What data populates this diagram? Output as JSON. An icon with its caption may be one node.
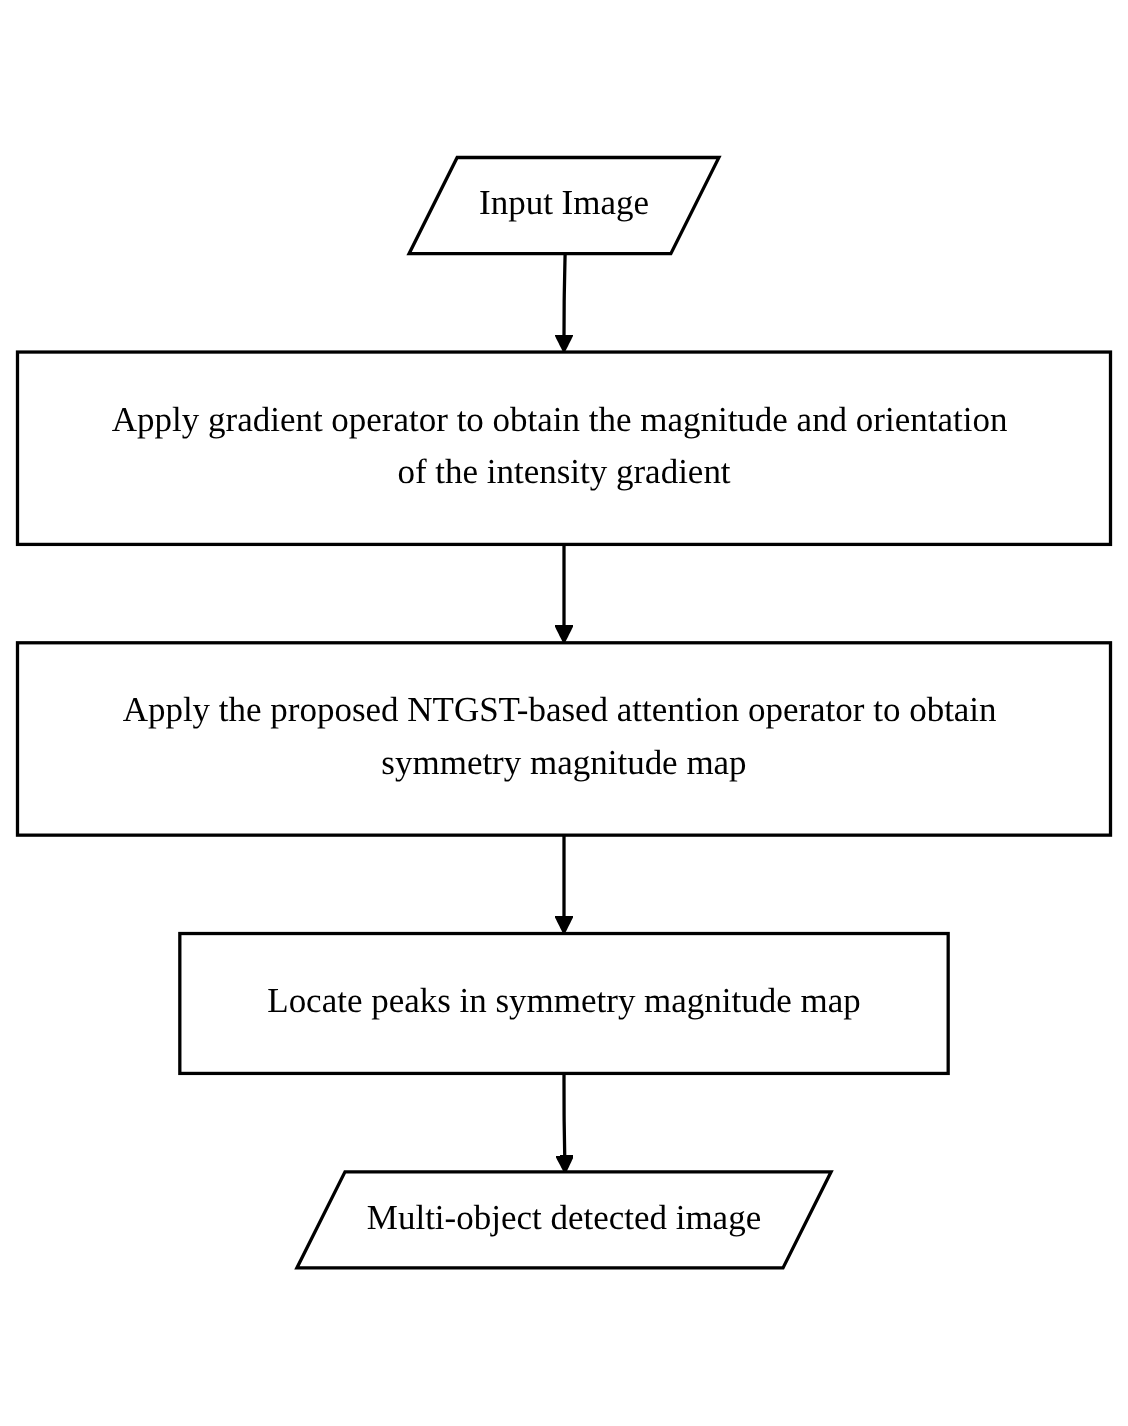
{
  "diagram": {
    "nodes": [
      {
        "text": [
          "Input Image"
        ]
      },
      {
        "text": [
          "Apply gradient operator to obtain the magnitude and orientation of the intensity gradient"
        ]
      },
      {
        "text": [
          "Apply the proposed NTGST-based attention operator to obtain symmetry magnitude map"
        ]
      },
      {
        "text": [
          "Locate peaks in symmetry magnitude map"
        ]
      },
      {
        "text": [
          "Multi-object detected image"
        ]
      }
    ],
    "edges": [
      {
        "from": 0,
        "to": 1,
        "arrow": "to"
      },
      {
        "from": 1,
        "to": 2,
        "arrow": "to"
      },
      {
        "from": 2,
        "to": 3,
        "arrow": "to"
      },
      {
        "from": 3,
        "to": 4,
        "arrow": "to"
      }
    ]
  }
}
